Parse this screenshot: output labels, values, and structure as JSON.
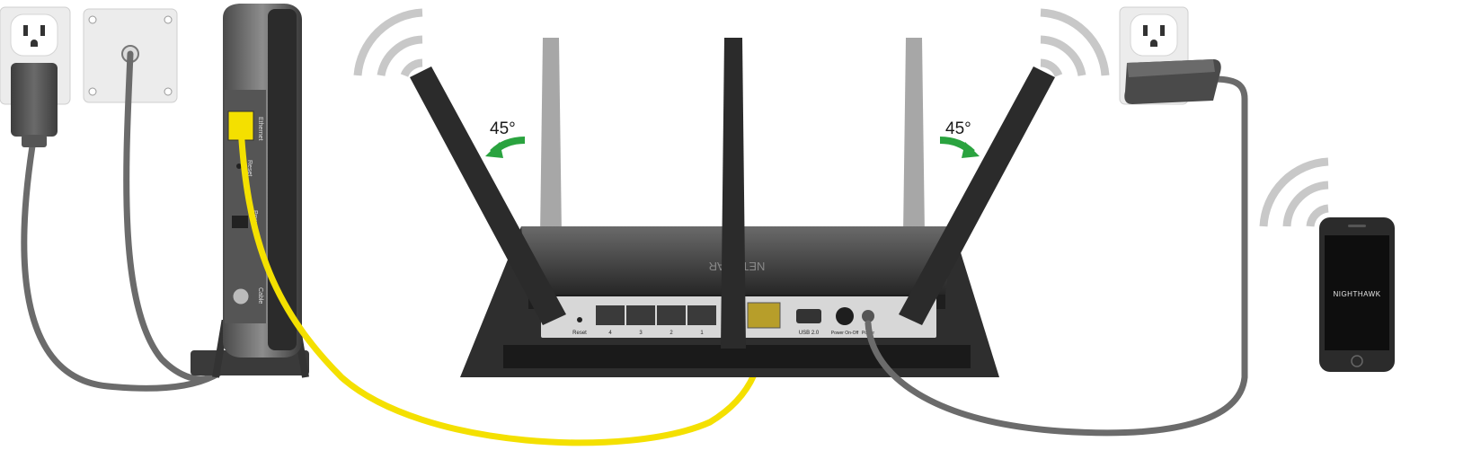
{
  "angles": {
    "left": "45°",
    "right": "45°"
  },
  "modem": {
    "ethernet_label": "Ethernet",
    "reset_label": "Reset",
    "power_label": "Power",
    "cable_label": "Cable"
  },
  "router": {
    "reset_label": "Reset",
    "lan_labels": [
      "4",
      "3",
      "2",
      "1"
    ],
    "usb_label": "USB 2.0",
    "power_button_label": "Power On-Off",
    "power_label": "Power",
    "brand_label": "NETGEAR"
  },
  "phone": {
    "screen_text": "NIGHTHAWK"
  },
  "colors": {
    "ethernet_cable": "#f4e000",
    "power_cable": "#6b6b6b",
    "arrow": "#2aa33f",
    "wifi_waves": "#c8c8c8",
    "device_body": "#2b2b2b",
    "antenna_light": "#a7a7a7"
  }
}
